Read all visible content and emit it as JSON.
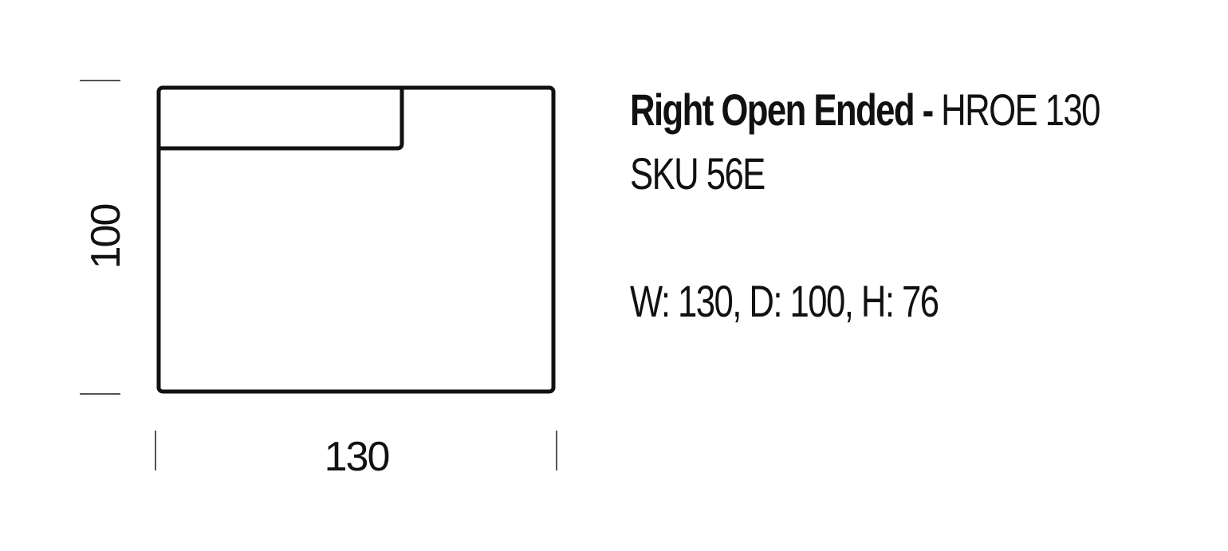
{
  "diagram": {
    "width_label": "130",
    "depth_label": "100"
  },
  "product": {
    "name": "Right Open Ended",
    "separator": " - ",
    "code": "HROE 130",
    "sku": "SKU 56E",
    "dimensions": "W: 130, D: 100, H: 76"
  },
  "colors": {
    "line": "#111111",
    "tick": "#555555",
    "background": "#ffffff"
  }
}
